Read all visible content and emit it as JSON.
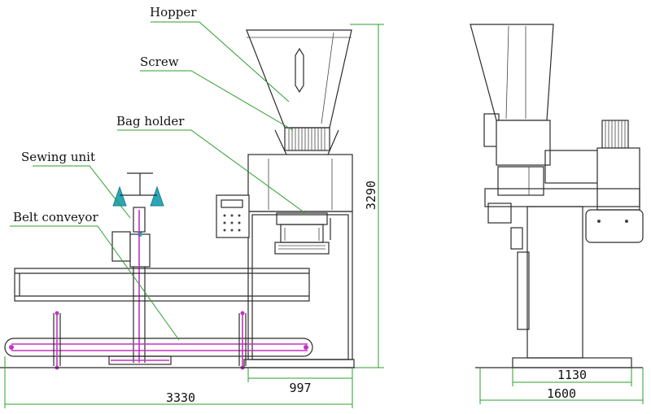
{
  "labels": {
    "hopper": "Hopper",
    "screw": "Screw",
    "bag_holder": "Bag holder",
    "sewing_unit": "Sewing unit",
    "belt_conveyor": "Belt conveyor"
  },
  "dimensions": {
    "height": "3290",
    "filler_width": "997",
    "total_length": "3330",
    "side_base": "1130",
    "side_width": "1600"
  },
  "colors": {
    "leader_line": "#2e9e2e",
    "conveyor_accent": "#c233c2",
    "sewing_head": "#2aa6b8",
    "outline": "#2b2b2b"
  }
}
